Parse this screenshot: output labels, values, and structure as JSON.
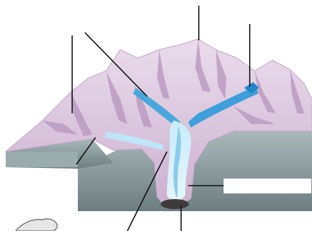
{
  "diagram": {
    "labels": [
      {
        "id": "peak",
        "text": ""
      },
      {
        "id": "left-peak",
        "text": ""
      },
      {
        "id": "left-glacier",
        "text": ""
      },
      {
        "id": "right-glacier",
        "text": ""
      },
      {
        "id": "left-ridge",
        "text": ""
      },
      {
        "id": "valley-glacier",
        "text": ""
      },
      {
        "id": "terminus",
        "text": ""
      },
      {
        "id": "side-box",
        "text": ""
      }
    ],
    "colors": {
      "mountain": "#d8c3da",
      "mountain_shadow": "#a98aae",
      "ground": "#9aabad",
      "ground_dark": "#6f7f82",
      "ice": "#9fd3ee",
      "ice_deep": "#3ea3dd",
      "moraine": "#3d3a3c",
      "leader": "#111111"
    }
  }
}
